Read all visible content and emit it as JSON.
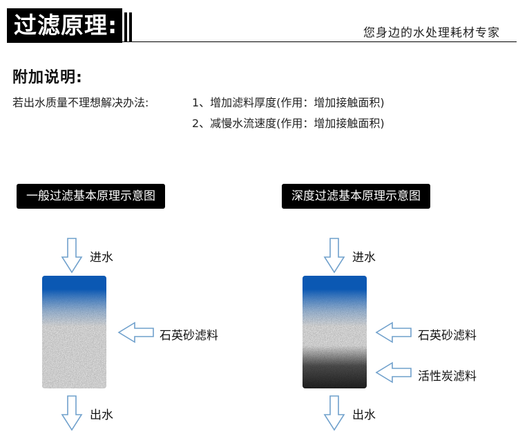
{
  "header": {
    "title": "过滤原理:",
    "slogan": "您身边的水处理耗材专家"
  },
  "note": {
    "heading": "附加说明:",
    "prefix": "若出水质量不理想解决办法:",
    "items": [
      "1、增加滤料厚度(作用：增加接触面积)",
      "2、减慢水流速度(作用：增加接触面积)"
    ]
  },
  "diagrams": [
    {
      "label": "一般过滤基本原理示意图",
      "inlet": "进水",
      "outlet": "出水",
      "layers": [
        "石英砂滤料"
      ]
    },
    {
      "label": "深度过滤基本原理示意图",
      "inlet": "进水",
      "outlet": "出水",
      "layers": [
        "石英砂滤料",
        "活性炭滤料"
      ]
    }
  ],
  "colors": {
    "water_blue": "#0d5eb8",
    "arrow_outline": "#6fa0cc",
    "sand_gray": "#a9a9a9",
    "carbon_black": "#111111"
  }
}
